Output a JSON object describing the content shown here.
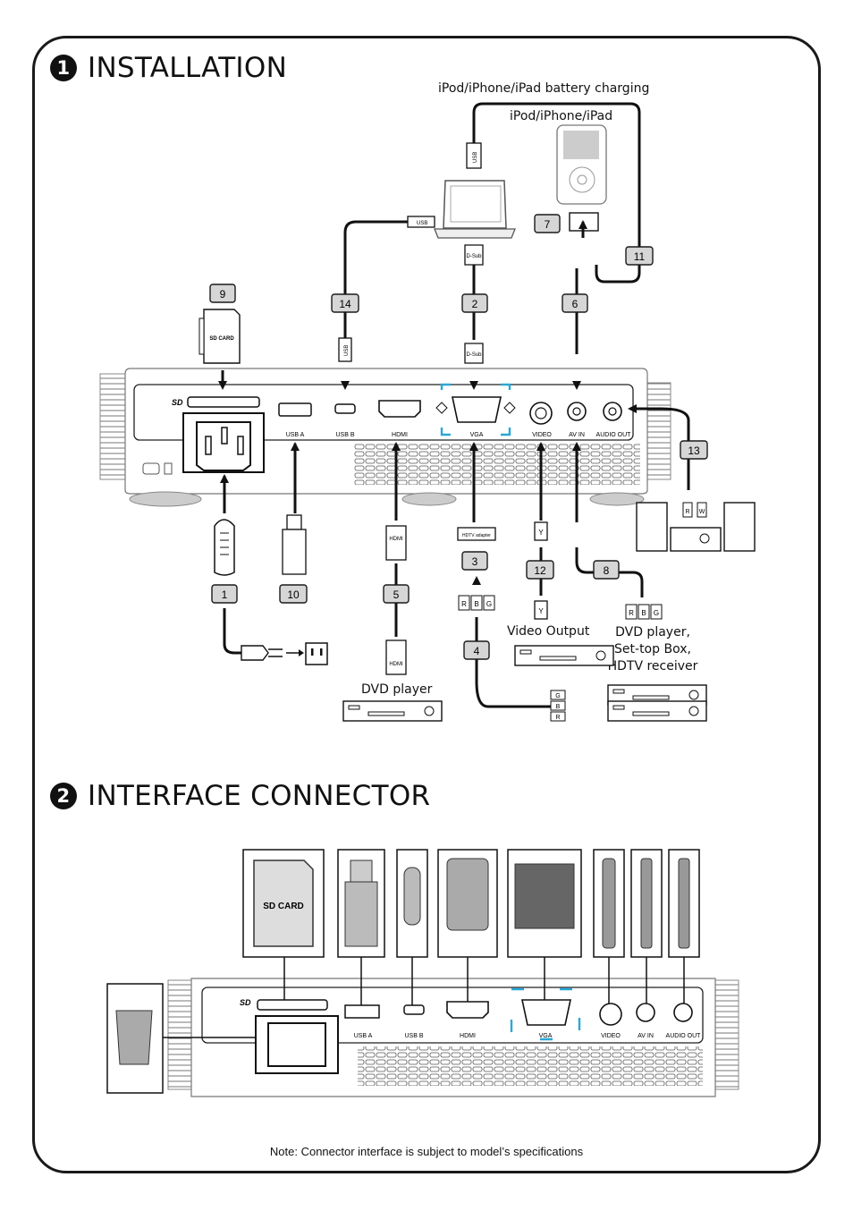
{
  "sections": {
    "installation": {
      "bullet": "1",
      "title": "INSTALLATION"
    },
    "interface": {
      "bullet": "2",
      "title": "INTERFACE CONNECTOR"
    }
  },
  "ports": {
    "usb_a": "USB A",
    "usb_b": "USB B",
    "hdmi": "HDMI",
    "vga": "VGA",
    "video": "VIDEO",
    "av_in": "AV IN",
    "audio_out": "AUDIO OUT"
  },
  "devices": {
    "ipod_charging": "iPod/iPhone/iPad battery charging",
    "ipod": "iPod/iPhone/iPad",
    "sd_card": "SD CARD",
    "video_output": "Video Output",
    "dvd_settop_hdtv": "DVD player,\nSet-top Box,\nHDTV receiver",
    "dvd_player": "DVD player"
  },
  "connector_labels": {
    "usb": "USB",
    "dsub": "D-Sub",
    "hdmi": "HDMI",
    "hdtv_adapter": "HDTV adapter",
    "y": "Y",
    "r": "R",
    "b": "B",
    "g": "G",
    "w": "W"
  },
  "cables": [
    "1",
    "2",
    "3",
    "4",
    "5",
    "6",
    "7",
    "8",
    "9",
    "10",
    "11",
    "12",
    "13",
    "14"
  ],
  "note": "Note: Connector interface is subject to model’s specifications",
  "colors": {
    "vga_highlight": "#2aa7d6",
    "cable_badge": "#d6d6d6",
    "outline": "#1a1a1a"
  }
}
